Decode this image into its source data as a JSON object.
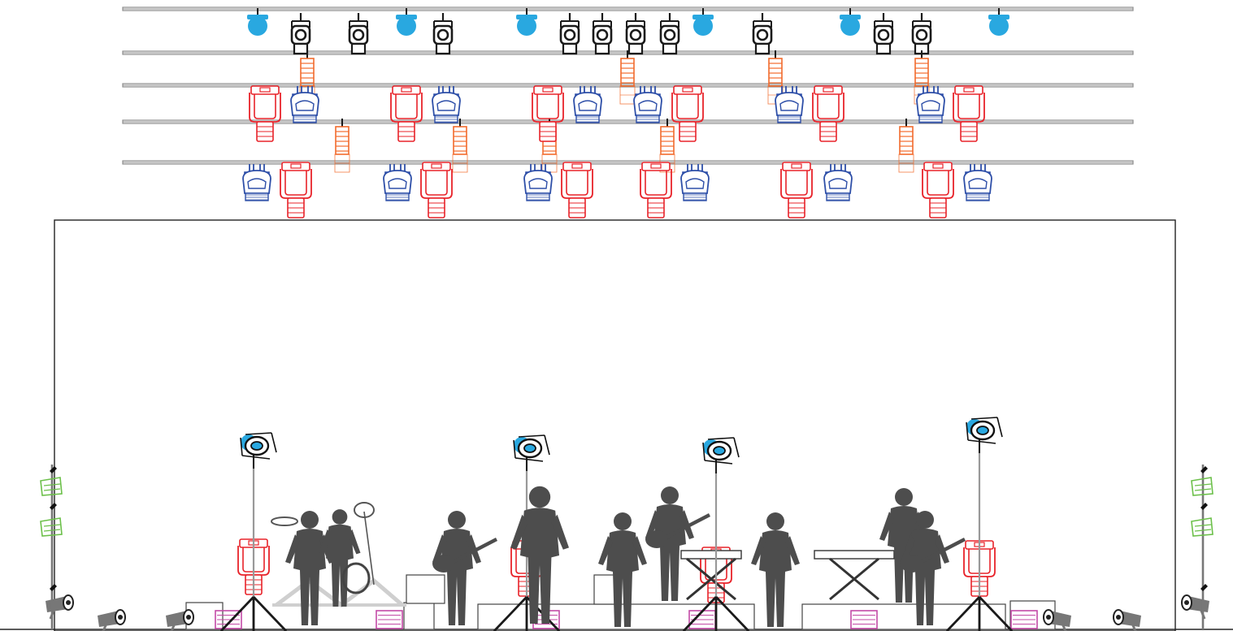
{
  "plot": {
    "background": "#ffffff",
    "colors": {
      "truss": "#8c8c8c",
      "stage_frame": "#222222",
      "spot": "#29a8e0",
      "profile": "#1a1a1a",
      "blinder": "#f26b2d",
      "wash": "#2e4fa8",
      "beam": "#e8232a",
      "silhouette": "#4d4d4d",
      "floor_spot": "#777777",
      "tower_fixture": "#6cc04a",
      "riser_box": "#c34aa6",
      "drum_riser": "#cfcfcf"
    },
    "truss_count": 5,
    "icons": [
      "truss-pipe",
      "spot-fixture",
      "profile-fixture",
      "blinder-fixture",
      "wash-moving-head",
      "beam-moving-head",
      "performer-silhouette",
      "floor-spot",
      "side-tower",
      "tripod-stand",
      "audio-box"
    ]
  }
}
